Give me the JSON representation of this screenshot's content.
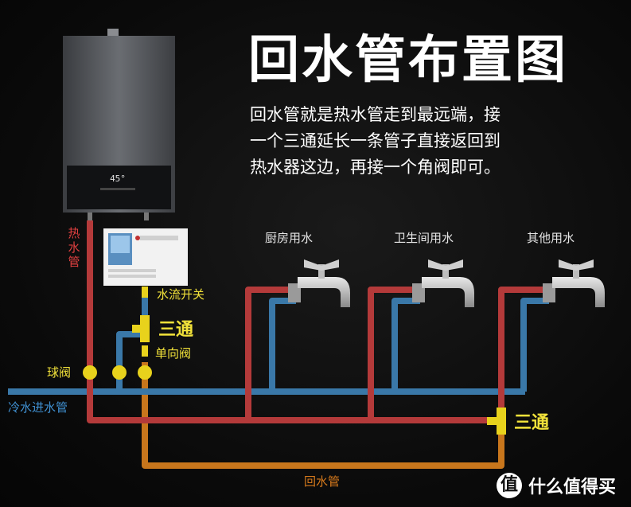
{
  "title": "回水管布置图",
  "description_lines": [
    "回水管就是热水管走到最远端，接",
    "一个三通延长一条管子直接返回到",
    "热水器这边，再接一个角阀即可。"
  ],
  "heater_display": "45°",
  "labels": {
    "hot_pipe": "热水管",
    "flow_switch": "水流开关",
    "tee_top": "三通",
    "check_valve": "单向阀",
    "ball_valve": "球阀",
    "cold_inlet": "冷水进水管",
    "tee_right": "三通",
    "return_pipe": "回水管",
    "tap_kitchen": "厨房用水",
    "tap_bathroom": "卫生间用水",
    "tap_other": "其他用水"
  },
  "logo": {
    "badge": "值",
    "text": "什么值得买"
  },
  "colors": {
    "hot": "#b43a3a",
    "cold": "#3a78a8",
    "return": "#c8761c",
    "valve": "#e8d21c",
    "text": "#ffffff"
  }
}
